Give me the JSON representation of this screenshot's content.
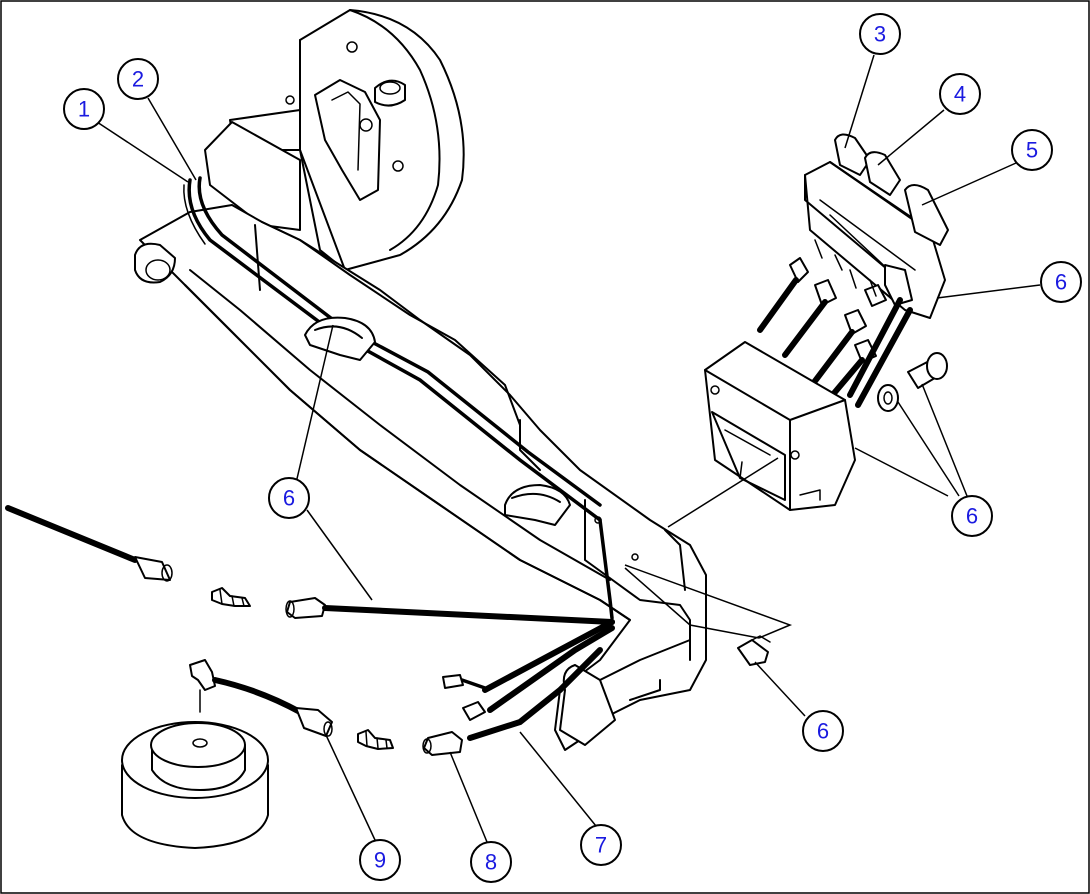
{
  "callouts": [
    {
      "id": "callout-1",
      "label": "1"
    },
    {
      "id": "callout-2",
      "label": "2"
    },
    {
      "id": "callout-3",
      "label": "3"
    },
    {
      "id": "callout-4",
      "label": "4"
    },
    {
      "id": "callout-5",
      "label": "5"
    },
    {
      "id": "callout-6a",
      "label": "6"
    },
    {
      "id": "callout-6b",
      "label": "6"
    },
    {
      "id": "callout-6c",
      "label": "6"
    },
    {
      "id": "callout-6d",
      "label": "6"
    },
    {
      "id": "callout-7",
      "label": "7"
    },
    {
      "id": "callout-8",
      "label": "8"
    },
    {
      "id": "callout-9",
      "label": "9"
    }
  ],
  "colors": {
    "callout_text": "#1a1ae0",
    "line": "#000000",
    "background": "#ffffff"
  }
}
